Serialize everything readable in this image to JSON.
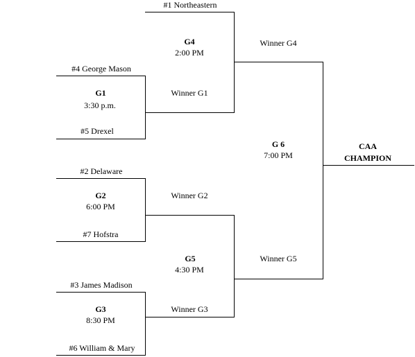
{
  "colors": {
    "line": "#000000",
    "background": "#ffffff"
  },
  "teams": {
    "t1": "#1 Northeastern",
    "t4": "#4 George Mason",
    "t5": "#5 Drexel",
    "t2": "#2 Delaware",
    "t7": "#7 Hofstra",
    "t3": "#3 James Madison",
    "t6": "#6 William & Mary"
  },
  "games": {
    "g1": {
      "name": "G1",
      "time": "3:30 p.m."
    },
    "g2": {
      "name": "G2",
      "time": "6:00 PM"
    },
    "g3": {
      "name": "G3",
      "time": "8:30 PM"
    },
    "g4": {
      "name": "G4",
      "time": "2:00 PM"
    },
    "g5": {
      "name": "G5",
      "time": "4:30 PM"
    },
    "g6": {
      "name": "G 6",
      "time": "7:00 PM"
    }
  },
  "winners": {
    "wg1": "Winner G1",
    "wg2": "Winner G2",
    "wg3": "Winner G3",
    "wg4": "Winner G4",
    "wg5": "Winner G5"
  },
  "champion": {
    "line1": "CAA",
    "line2": "CHAMPION"
  }
}
